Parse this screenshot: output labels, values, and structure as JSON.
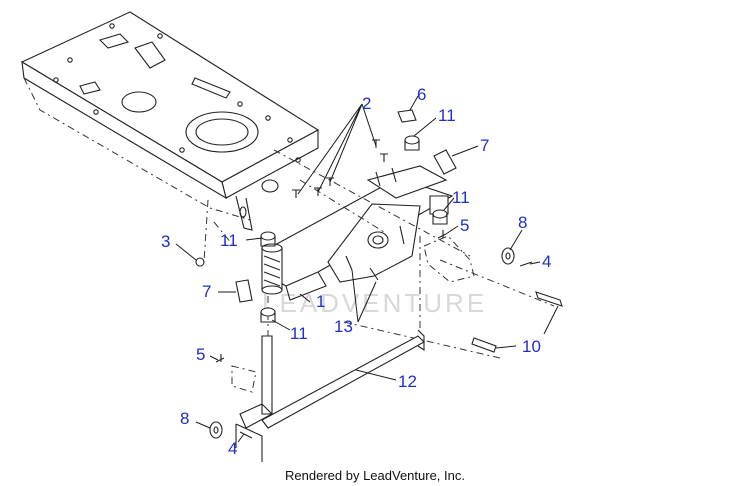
{
  "diagram": {
    "callouts": [
      "1",
      "2",
      "3",
      "4",
      "4",
      "5",
      "5",
      "6",
      "7",
      "7",
      "8",
      "8",
      "10",
      "11",
      "11",
      "11",
      "11",
      "12",
      "13"
    ],
    "watermark": "LEADVENTURE",
    "footer": "Rendered by LeadVenture, Inc.",
    "colors": {
      "callout": "#1f2fc9",
      "line": "#222222",
      "watermark": "#d8d8d8"
    }
  }
}
